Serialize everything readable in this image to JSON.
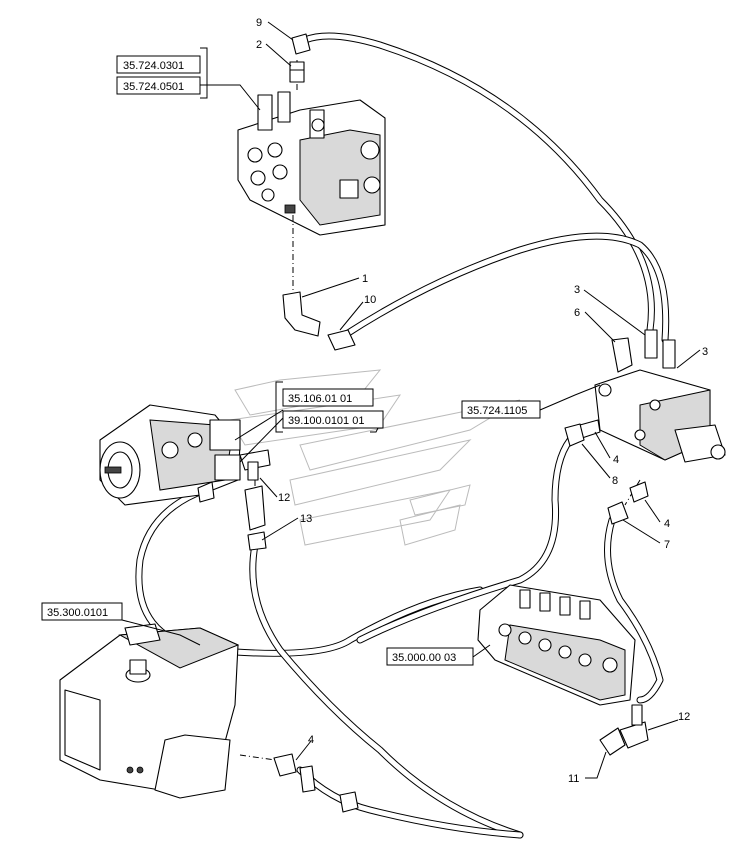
{
  "diagram": {
    "reference_boxes": [
      {
        "id": "ref-valve-a",
        "label": "35.724.0301"
      },
      {
        "id": "ref-valve-b",
        "label": "35.724.0501"
      },
      {
        "id": "ref-pump-a",
        "label": "35.106.01 01"
      },
      {
        "id": "ref-pump-b",
        "label": "39.100.0101 01"
      },
      {
        "id": "ref-block",
        "label": "35.724.1105"
      },
      {
        "id": "ref-tank",
        "label": "35.300.0101"
      },
      {
        "id": "ref-mainvalve",
        "label": "35.000.00 03"
      }
    ],
    "callouts": [
      {
        "id": "c9",
        "label": "9"
      },
      {
        "id": "c2",
        "label": "2"
      },
      {
        "id": "c1",
        "label": "1"
      },
      {
        "id": "c10",
        "label": "10"
      },
      {
        "id": "c3a",
        "label": "3"
      },
      {
        "id": "c6",
        "label": "6"
      },
      {
        "id": "c3b",
        "label": "3"
      },
      {
        "id": "c4a",
        "label": "4"
      },
      {
        "id": "c8",
        "label": "8"
      },
      {
        "id": "c4b",
        "label": "4"
      },
      {
        "id": "c7",
        "label": "7"
      },
      {
        "id": "c12a",
        "label": "12"
      },
      {
        "id": "c13",
        "label": "13"
      },
      {
        "id": "c4c",
        "label": "4"
      },
      {
        "id": "c12b",
        "label": "12"
      },
      {
        "id": "c11",
        "label": "11"
      }
    ]
  }
}
